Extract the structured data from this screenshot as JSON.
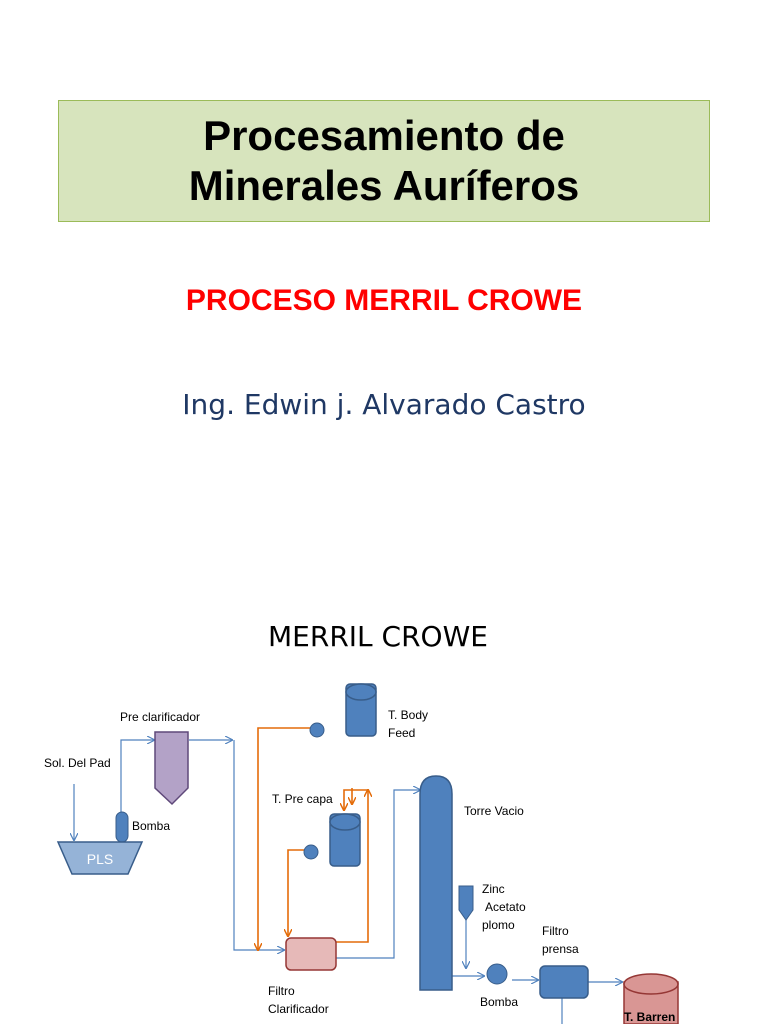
{
  "slide1": {
    "title_line1": "Procesamiento de",
    "title_line2": "Minerales Auríferos",
    "subtitle": "PROCESO MERRIL CROWE",
    "author": "Ing. Edwin j. Alvarado Castro"
  },
  "slide2": {
    "title": "MERRIL CROWE",
    "labels": {
      "pre_clarificador": "Pre clarificador",
      "sol_del_pad": "Sol. Del Pad",
      "bomba1": "Bomba",
      "pls": "PLS",
      "t_body": "T. Body",
      "feed": "Feed",
      "t_pre_capa": "T. Pre capa",
      "torre_vacio": "Torre Vacio",
      "zinc": "Zinc",
      "acetato": "Acetato",
      "plomo": "plomo",
      "filtro": "Filtro",
      "prensa": "prensa",
      "filtro2": "Filtro",
      "clarificador": "Clarificador",
      "bomba2": "Bomba",
      "t_barren": "T. Barren"
    },
    "colors": {
      "tank_blue": "#4f81bd",
      "tank_stroke": "#385d8a",
      "flow_blue": "#4f81bd",
      "flow_orange": "#e46c0a",
      "pre_clarificador_fill": "#b3a2c7",
      "filtro_clarificador_fill": "#e6b9b8",
      "barren_fill": "#d99694",
      "pls_fill": "#95b3d7"
    }
  }
}
